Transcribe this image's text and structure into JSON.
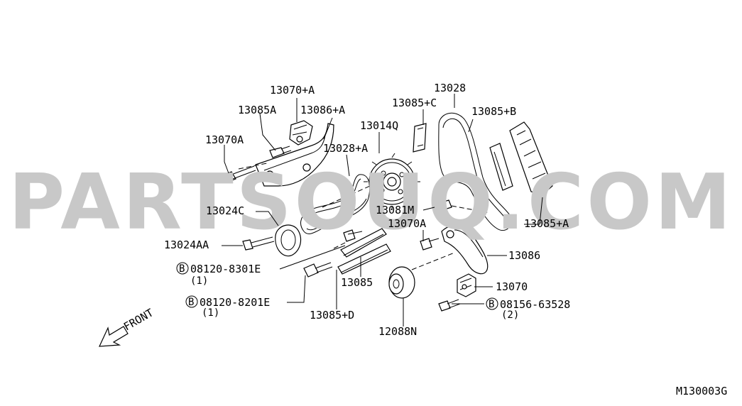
{
  "watermark": "PARTSOUQ.COM",
  "diagram_code": "M130003G",
  "front_label": "FRONT",
  "parts": {
    "p13070_plus_a": "13070+A",
    "p13085a": "13085A",
    "p13086_plus_a": "13086+A",
    "p13070a_left": "13070A",
    "p13028_plus_a": "13028+A",
    "p13014q": "13014Q",
    "p13085_plus_c": "13085+C",
    "p13028": "13028",
    "p13085_plus_b": "13085+B",
    "p13024c": "13024C",
    "p13081m": "13081M",
    "p13085_plus_a": "13085+A",
    "p13024aa": "13024AA",
    "p13070a_mid": "13070A",
    "p13086": "13086",
    "bolt_8301e": "08120-8301E",
    "bolt_8301e_qty": "(1)",
    "p13085": "13085",
    "p13070": "13070",
    "bolt_8201e": "08120-8201E",
    "bolt_8201e_qty": "(1)",
    "bolt_63528": "08156-63528",
    "bolt_63528_qty": "(2)",
    "p13085_plus_d": "13085+D",
    "p12088n": "12088N",
    "bolt_marker": "B"
  }
}
